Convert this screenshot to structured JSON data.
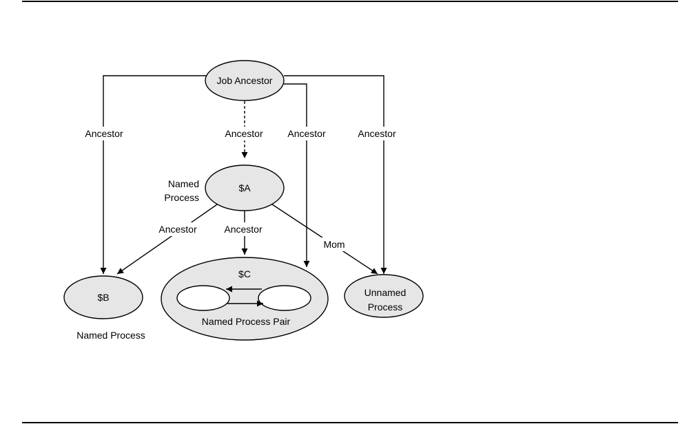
{
  "diagram": {
    "title": "",
    "nodes": {
      "job_ancestor": {
        "label": "Job Ancestor"
      },
      "a": {
        "label": "$A",
        "side_label_1": "Named",
        "side_label_2": "Process"
      },
      "b": {
        "label": "$B",
        "caption": "Named Process"
      },
      "c": {
        "label": "$C",
        "caption": "Named Process Pair"
      },
      "unnamed": {
        "label_1": "Unnamed",
        "label_2": "Process"
      }
    },
    "edges": [
      {
        "from": "Job Ancestor",
        "to": "$B",
        "label": "Ancestor",
        "style": "solid"
      },
      {
        "from": "Job Ancestor",
        "to": "$A",
        "label": "Ancestor",
        "style": "dashed"
      },
      {
        "from": "Job Ancestor",
        "to": "$C",
        "label": "Ancestor",
        "style": "solid"
      },
      {
        "from": "Job Ancestor",
        "to": "Unnamed Process",
        "label": "Ancestor",
        "style": "solid"
      },
      {
        "from": "$A",
        "to": "$B",
        "label": "Ancestor",
        "style": "solid"
      },
      {
        "from": "$A",
        "to": "$C",
        "label": "Ancestor",
        "style": "solid"
      },
      {
        "from": "$A",
        "to": "Unnamed Process",
        "label": "Mom",
        "style": "solid"
      }
    ]
  }
}
